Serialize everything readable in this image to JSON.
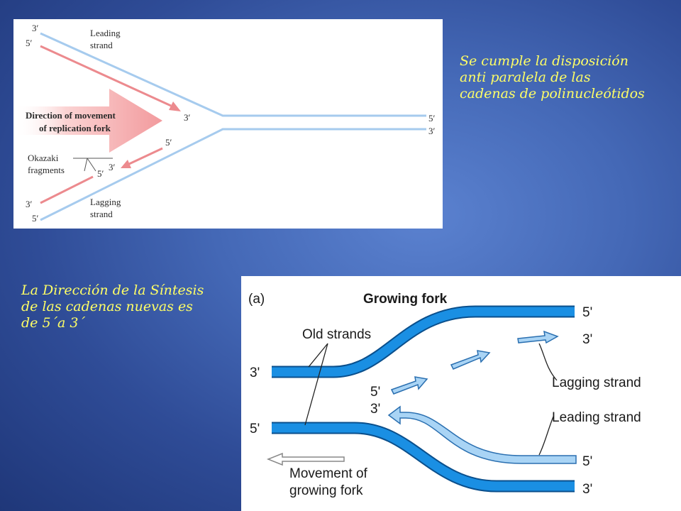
{
  "colors": {
    "background": "#4468b6",
    "annotation_text": "#ffff66",
    "parental_strand_light": "#a6cbee",
    "new_strand_pink": "#ec8a8e",
    "strand_blue": "#1a8fe3",
    "new_strand_light_blue": "#a9d4f5"
  },
  "annotations": {
    "antiparallel": [
      "Se cumple la disposición",
      "anti paralela de las",
      "cadenas de polinucleótidos"
    ],
    "synthesis_direction": [
      "La Dirección de la Síntesis",
      "de las cadenas nuevas es",
      "de 5´a  3´"
    ]
  },
  "fork_diagram": {
    "leading_strand": [
      "Leading",
      "strand"
    ],
    "lagging_strand": [
      "Lagging",
      "strand"
    ],
    "direction_arrow": [
      "Direction of movement",
      "of replication fork"
    ],
    "okazaki": [
      "Okazaki",
      "fragments"
    ],
    "ends": {
      "top_left_3": "3′",
      "top_left_5": "5′",
      "leading_tip_3": "3′",
      "right_5": "5′",
      "right_3": "3′",
      "lagging_mid_5": "5′",
      "okazaki_3": "3′",
      "okazaki_5": "5′",
      "bottom_left_3": "3′",
      "bottom_left_5": "5′"
    }
  },
  "growing_fork": {
    "panel_label": "(a)",
    "title": "Growing fork",
    "old_strands": "Old strands",
    "lagging_strand": "Lagging strand",
    "leading_strand": "Leading strand",
    "movement": [
      "Movement of",
      "growing fork"
    ],
    "ends": {
      "top_right_5": "5'",
      "lagging_3": "3'",
      "left_top_3": "3'",
      "center_5": "5'",
      "center_3": "3'",
      "left_bottom_5": "5'",
      "bottom_right_5": "5'",
      "bottom_right_3": "3'"
    }
  }
}
